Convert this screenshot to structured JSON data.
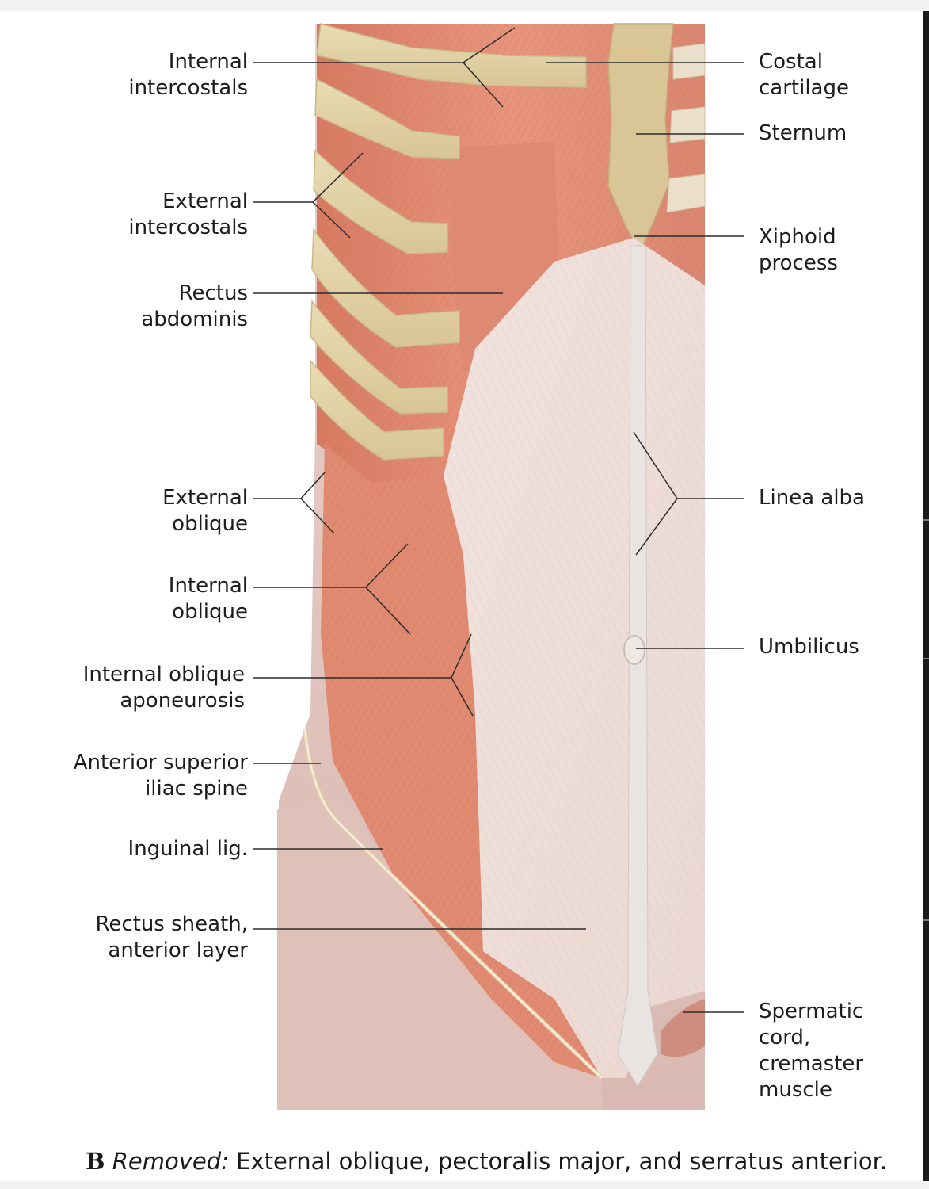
{
  "labels_left": [
    {
      "id": "internal-intercostals",
      "text": "Internal\nintercostals"
    },
    {
      "id": "external-intercostals",
      "text": "External\nintercostals"
    },
    {
      "id": "rectus-abdominis",
      "text": "Rectus\nabdominis"
    },
    {
      "id": "external-oblique",
      "text": "External\noblique"
    },
    {
      "id": "internal-oblique",
      "text": "Internal\noblique"
    },
    {
      "id": "internal-oblique-aponeurosis",
      "text": "Internal oblique\naponeurosis"
    },
    {
      "id": "anterior-superior-iliac-spine",
      "text": "Anterior superior\niliac spine"
    },
    {
      "id": "inguinal-lig",
      "text": "Inguinal lig."
    },
    {
      "id": "rectus-sheath-anterior-layer",
      "text": "Rectus sheath,\nanterior layer"
    }
  ],
  "labels_right": [
    {
      "id": "costal-cartilage",
      "text": "Costal\ncartilage"
    },
    {
      "id": "sternum",
      "text": "Sternum"
    },
    {
      "id": "xiphoid-process",
      "text": "Xiphoid\nprocess"
    },
    {
      "id": "linea-alba",
      "text": "Linea alba"
    },
    {
      "id": "umbilicus",
      "text": "Umbilicus"
    },
    {
      "id": "spermatic-cord",
      "text": "Spermatic\ncord,\ncremaster\nmuscle"
    }
  ],
  "caption": {
    "prefix": "B",
    "removed_label": "Removed:",
    "text": "External oblique, pectoralis major, and serratus anterior."
  }
}
